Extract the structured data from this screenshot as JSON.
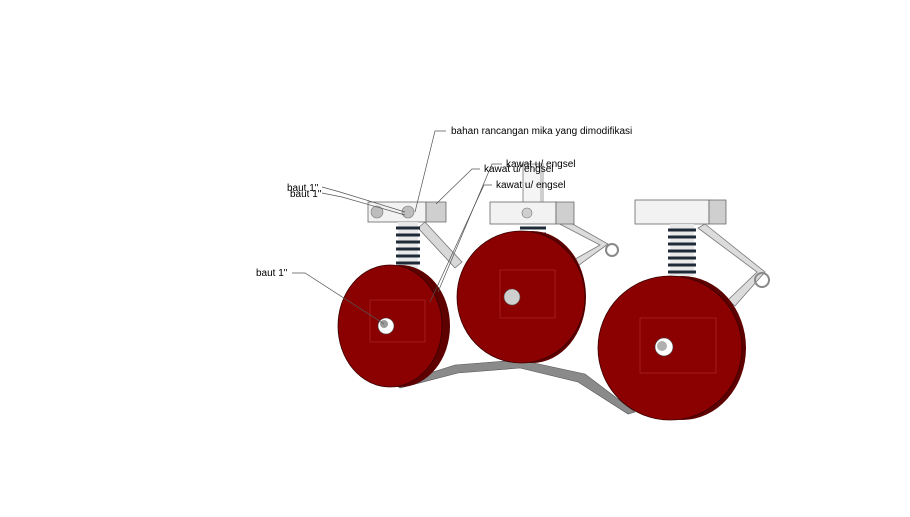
{
  "labels": {
    "top": "bahan rancangan mika yang dimodifikasi",
    "engsel_a": "kawat u/ engsel",
    "engsel_b": "kawat u/ engsel",
    "engsel_c": "kawat u/ engsel",
    "baut_a": "baut 1\"",
    "baut_b": "baut 1\"",
    "baut_c": "baut 1\""
  },
  "colors": {
    "wheel_face": "#8b0000",
    "wheel_side": "#5e0000",
    "bracket": "#f2f2f2",
    "spring": "#1f2a38",
    "belt": "#8a8a8a",
    "leader": "#555555"
  }
}
